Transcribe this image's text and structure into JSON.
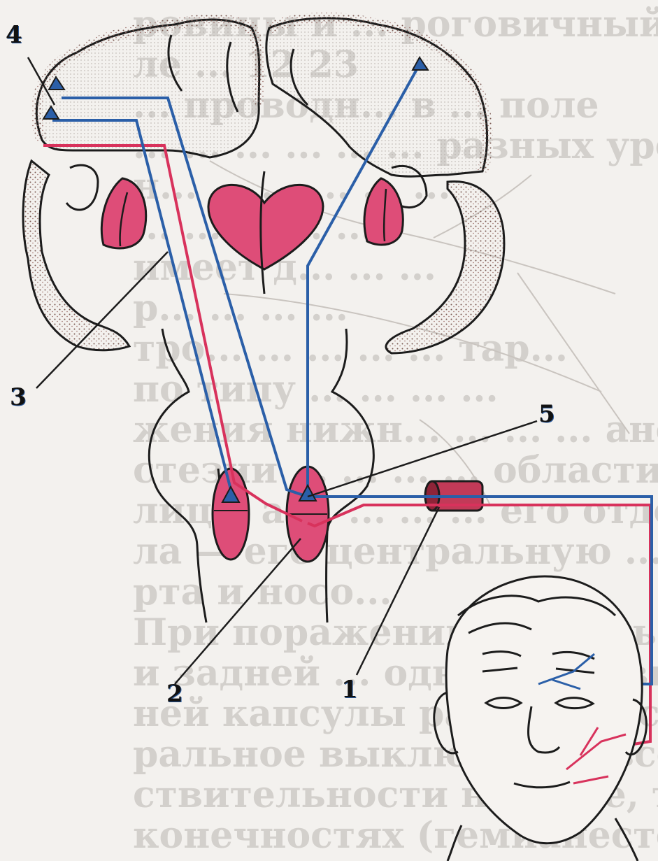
{
  "labels": {
    "l1": "1",
    "l2": "2",
    "l3": "3",
    "l4": "4",
    "l5": "5"
  },
  "background_text": [
    "ровицы и ... роговичный реф-",
    "ле ...                   12   23",
    "... проводн... в ... поле",
    "... ... ... ... ... ... разных уров-",
    "н... ... ... ... ... ...",
    "... ... ... ... ...",
    "имеет д... ... ...",
    "р... ... ... ...",
    "тро... ... ... ... ... тар...",
    "по типу ... ... ... ...",
    "жения нижн... ... ... ... ане-",
    "стезии ... ... ... ... области",
    "лица, а ... ... ... ... его отде-",
    "ла — его центральную ... ... ...",
    "рта и носо...",
    "При поражении зрительного бугр...",
    "и задней ... одной полови... внутрен-",
    "ней капсулы развивается ... гемиане-",
    "ральное выключение всех видов чув-",
    "ствительности на лице, туловище и",
    "конечностях (гемианестезия) ..."
  ],
  "colors": {
    "blue": "#2b5fa8",
    "red": "#d8325c",
    "pink": "#de4d78",
    "outline": "#1c1c1c",
    "paper": "#f3f1ee"
  }
}
